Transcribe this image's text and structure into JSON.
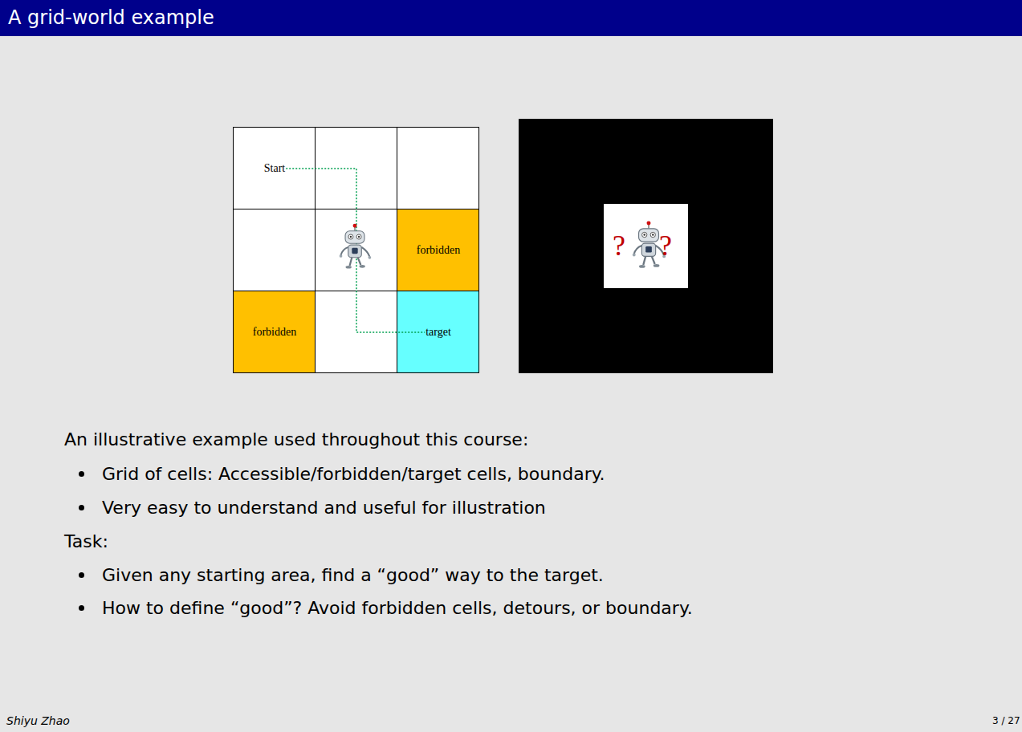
{
  "diagram": {
    "title": "A grid-world example",
    "nodes": [
      {
        "text": [
          "Start"
        ]
      },
      {
        "text": [
          "forbidden"
        ]
      },
      {
        "text": [
          "forbidden"
        ]
      },
      {
        "text": [
          "target"
        ]
      }
    ],
    "edges": [
      {
        "from": 0,
        "to": 3,
        "arrow": "none"
      }
    ],
    "labels": [
      "?",
      "?",
      "An illustrative example used throughout this course:",
      "Grid of cells: Accessible/forbidden/target cells, boundary.",
      "Very easy to understand and useful for illustration",
      "Task:",
      "Given any starting area, find a “good” way to the target.",
      "How to define “good”? Avoid forbidden cells, detours, or boundary.",
      "Shiyu Zhao",
      "3 / 27"
    ]
  }
}
